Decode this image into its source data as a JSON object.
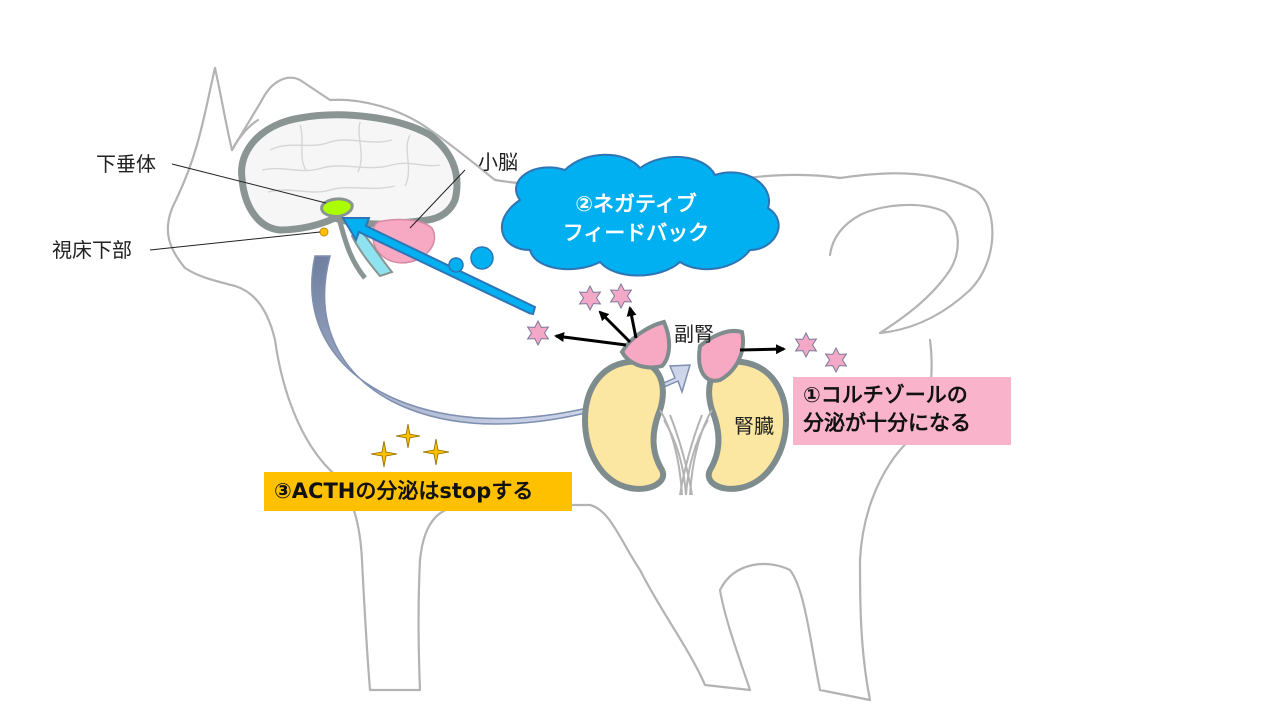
{
  "labels": {
    "pituitary": "下垂体",
    "hypothalamus": "視床下部",
    "cerebellum": "小脳",
    "adrenal": "副腎",
    "kidney": "腎臓"
  },
  "callouts": {
    "cortisol": {
      "line1": "①コルチゾールの",
      "line2": "分泌が十分になる"
    },
    "feedback": {
      "line1": "②ネガティブ",
      "line2": "フィードバック"
    },
    "acth": "③ACTHの分泌はstopする"
  },
  "colors": {
    "cortisol_box": "#f9b3cb",
    "feedback_cloud": "#00b0f0",
    "acth_box": "#ffc000",
    "hormone_star": "#f4a8c8",
    "adrenal": "#f7a8c2",
    "kidney": "#fbe6a2",
    "organ_outline": "#7f8c8d",
    "pituitary": "#aaff00"
  }
}
